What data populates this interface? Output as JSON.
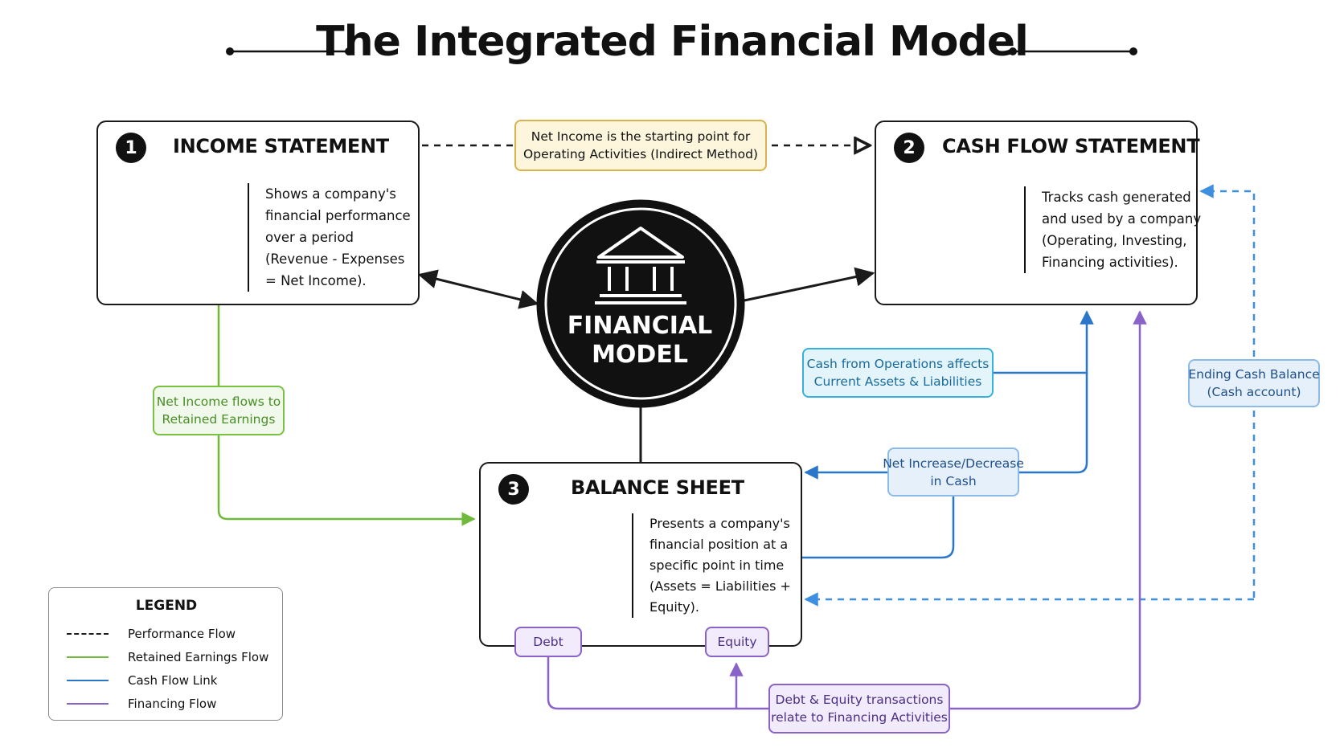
{
  "title": "The Integrated Financial Model",
  "center": {
    "line1": "FINANCIAL",
    "line2": "MODEL",
    "icon": "bank-building-icon"
  },
  "income_statement": {
    "number": "1",
    "title": "INCOME STATEMENT",
    "icon": "bar-chart-growth-icon",
    "desc": [
      "Shows a company's",
      "financial performance",
      "over a period",
      "(Revenue - Expenses",
      "= Net Income)."
    ]
  },
  "cash_flow_statement": {
    "number": "2",
    "title": "CASH FLOW STATEMENT",
    "icon": "water-faucet-icon",
    "desc": [
      "Tracks cash generated",
      "and used by a company",
      "(Operating, Investing,",
      "Financing activities)."
    ]
  },
  "balance_sheet": {
    "number": "3",
    "title": "BALANCE SHEET",
    "icon": "balance-scale-icon",
    "desc": [
      "Presents a company's",
      "financial position at a",
      "specific point in time",
      "(Assets = Liabilities +",
      "Equity)."
    ],
    "tag_debt": "Debt",
    "tag_equity": "Equity"
  },
  "labels": {
    "net_income_start": [
      "Net Income is the starting point for",
      "Operating Activities (Indirect Method)"
    ],
    "net_income_flows": [
      "Net Income flows to",
      "Retained Earnings"
    ],
    "cash_from_ops": [
      "Cash from Operations affects",
      "Current Assets & Liabilities"
    ],
    "net_increase": [
      "Net Increase/Decrease",
      "in Cash"
    ],
    "ending_cash": [
      "Ending Cash Balance",
      "(Cash account)"
    ],
    "debt_equity": [
      "Debt & Equity transactions",
      "relate to Financing Activities"
    ]
  },
  "legend": {
    "title": "LEGEND",
    "items": [
      {
        "label": "Performance Flow",
        "style": "dashed",
        "color": "#1a1a1a"
      },
      {
        "label": "Retained Earnings Flow",
        "style": "solid",
        "color": "#6fba3a"
      },
      {
        "label": "Cash Flow Link",
        "style": "solid",
        "color": "#2a76c9"
      },
      {
        "label": "Financing Flow",
        "style": "solid",
        "color": "#8a63c9"
      }
    ]
  },
  "colors": {
    "performance": "#1a1a1a",
    "retained": "#6fba3a",
    "cash": "#2a76c9",
    "financing": "#8a63c9"
  }
}
